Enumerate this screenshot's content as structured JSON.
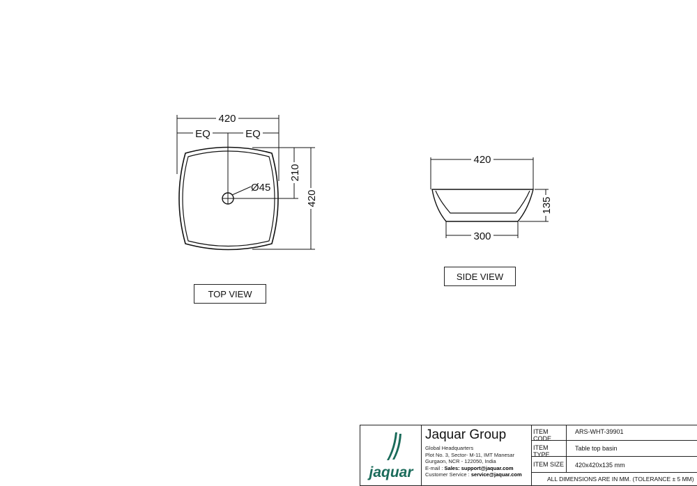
{
  "top_view": {
    "label": "TOP VIEW",
    "dim_width": "420",
    "dim_eq_left": "EQ",
    "dim_eq_right": "EQ",
    "dim_half": "210",
    "dim_depth": "420",
    "drain_dia": "Ø45"
  },
  "side_view": {
    "label": "SIDE VIEW",
    "dim_top": "420",
    "dim_bottom": "300",
    "dim_height": "135"
  },
  "title_block": {
    "logo_text": "jaquar",
    "brand_color": "#1a6b5a",
    "company": "Jaquar Group",
    "address_lines": [
      "Global Headquarters",
      "Plot No. 3, Sector- M-11, IMT Manesar",
      "Gurgaon, NCR - 122050, India"
    ],
    "email_label": "E-mail : ",
    "email_value": "Sales: support@jaquar.com",
    "service_label": "Customer Service : ",
    "service_value": "service@jaquar.com",
    "rows": [
      {
        "label": "ITEM  CODE",
        "value": "ARS-WHT-39901"
      },
      {
        "label": "ITEM  TYPE",
        "value": "Table top basin"
      },
      {
        "label": "ITEM  SIZE",
        "value": "420x420x135 mm"
      }
    ],
    "note": "ALL DIMENSIONS ARE IN MM. (TOLERANCE ± 5 MM)"
  }
}
